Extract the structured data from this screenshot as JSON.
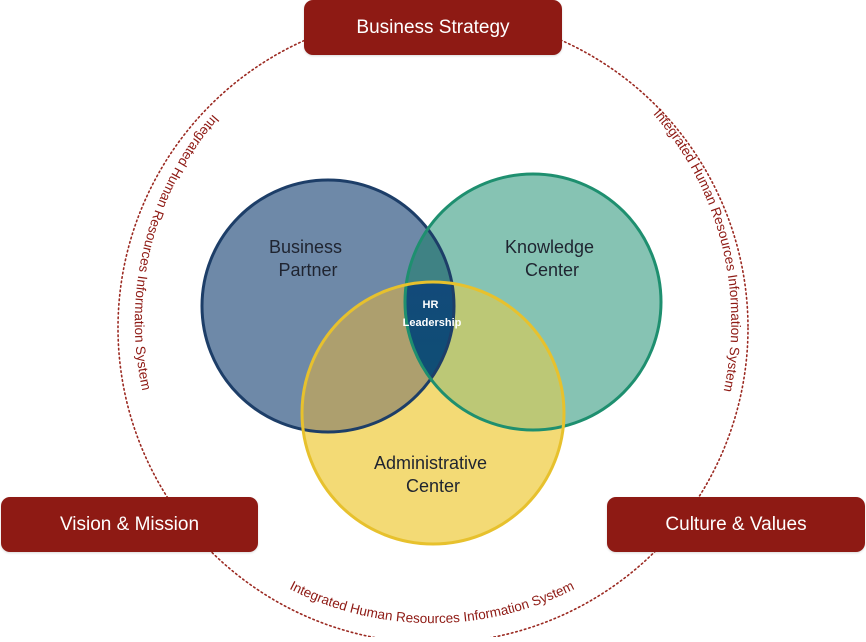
{
  "boxes": {
    "top": "Business Strategy",
    "left": "Vision & Mission",
    "right": "Culture & Values"
  },
  "ring_labels": {
    "left": "Integrated Human Resources Information System",
    "right": "Integrated Human Resources Information System",
    "bottom": "Integrated Human Resources Information System"
  },
  "circles": {
    "business_partner": [
      "Business",
      "Partner"
    ],
    "knowledge_center": [
      "Knowledge",
      "Center"
    ],
    "administrative_center": [
      "Administrative",
      "Center"
    ]
  },
  "center": [
    "HR",
    "Leadership"
  ],
  "colors": {
    "box": "#8e1a14",
    "ring": "#9b2a22",
    "business_partner_fill": "#6e89a8",
    "business_partner_stroke": "#1d3e68",
    "knowledge_center_fill": "#86c3b3",
    "knowledge_center_stroke": "#1e8f6f",
    "administrative_center_fill": "#f3da75",
    "administrative_center_stroke": "#e7c12d"
  }
}
